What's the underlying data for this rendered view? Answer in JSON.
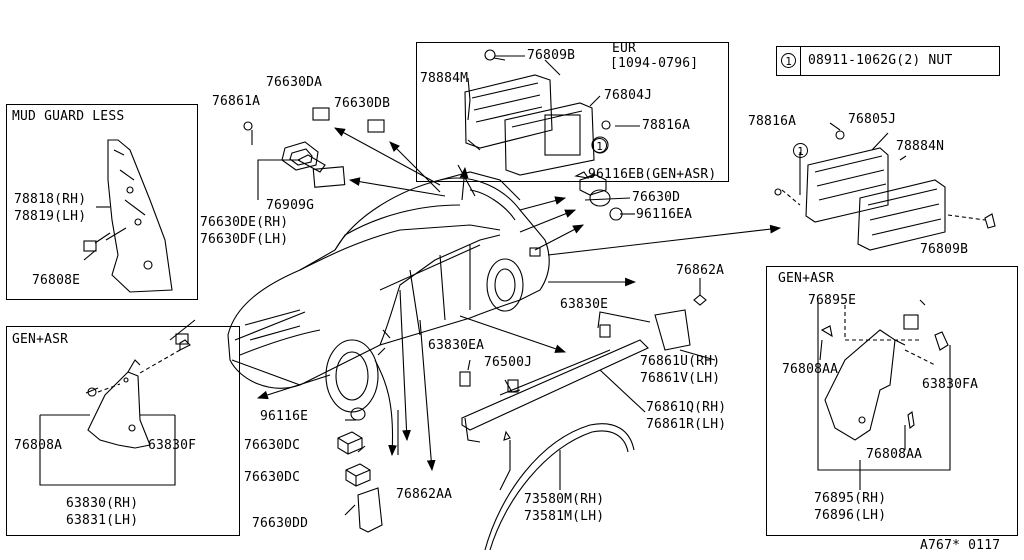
{
  "legend": {
    "symbol": "1",
    "text": "08911-1062G(2) NUT"
  },
  "diagram_id": "A767* 0117",
  "boxes": {
    "mud_guard_less": {
      "title": "MUD GUARD LESS",
      "parts": [
        "78818(RH)",
        "78819(LH)",
        "76808E"
      ]
    },
    "gen_asr_left": {
      "title": "GEN+ASR",
      "parts": [
        "76808A",
        "63830F",
        "63830(RH)",
        "63831(LH)"
      ]
    },
    "eur": {
      "title": "EUR",
      "subtitle": "[1094-0796]",
      "parts": [
        "76809B",
        "78884M",
        "76804J",
        "78816A",
        "1"
      ]
    },
    "gen_asr_right": {
      "title": "GEN+ASR",
      "parts": [
        "76895E",
        "76808AA",
        "63830FA",
        "76808AA",
        "76895(RH)",
        "76896(LH)"
      ]
    }
  },
  "callouts": {
    "c76630DA": "76630DA",
    "c76630DB": "76630DB",
    "c76861A": "76861A",
    "c76909G": "76909G",
    "c76630DE": "76630DE(RH)",
    "c76630DF": "76630DF(LH)",
    "c96116EB": "96116EB(GEN+ASR)",
    "c76630D": "76630D",
    "c96116EA": "96116EA",
    "c78816A_r": "78816A",
    "c76805J": "76805J",
    "c78884N": "78884N",
    "c76809B_r": "76809B",
    "c1_r": "1",
    "c76862A": "76862A",
    "c63830E": "63830E",
    "c63830EA": "63830EA",
    "c76500J": "76500J",
    "c76861U": "76861U(RH)",
    "c76861V": "76861V(LH)",
    "c76861Q": "76861Q(RH)",
    "c76861R": "76861R(LH)",
    "c96116E": "96116E",
    "c76630DC1": "76630DC",
    "c76630DC2": "76630DC",
    "c76630DD": "76630DD",
    "c76862AA": "76862AA",
    "c73580M": "73580M(RH)",
    "c73581M": "73581M(LH)"
  }
}
